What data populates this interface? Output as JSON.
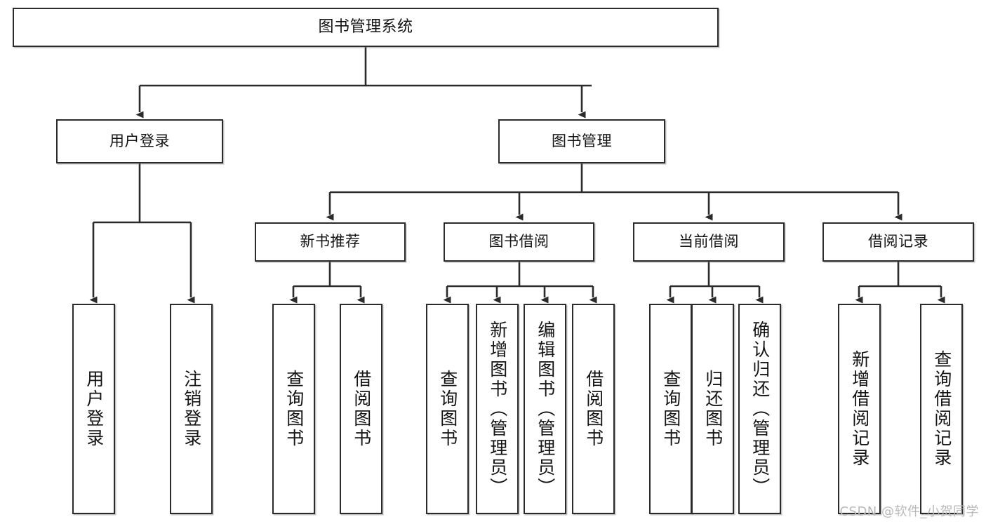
{
  "diagram": {
    "type": "tree-hierarchy",
    "title": "图书管理系统",
    "orientation": "top-down",
    "colors": {
      "stroke": "#2b2b2b",
      "fill": "#ffffff",
      "text": "#141414",
      "watermark": "#b9b9b9"
    },
    "nodes": {
      "root": {
        "label": "图书管理系统",
        "level": 1
      },
      "user_login": {
        "label": "用户登录",
        "level": 2
      },
      "book_manage": {
        "label": "图书管理",
        "level": 2
      },
      "new_book_rec": {
        "label": "新书推荐",
        "level": 3
      },
      "book_borrow": {
        "label": "图书借阅",
        "level": 3
      },
      "current_borrow": {
        "label": "当前借阅",
        "level": 3
      },
      "borrow_record": {
        "label": "借阅记录",
        "level": 3
      },
      "leaf_user_login": {
        "label": "用户登录",
        "level": 4
      },
      "leaf_logout": {
        "label": "注销登录",
        "level": 4
      },
      "leaf_query_book_1": {
        "label": "查询图书",
        "level": 4
      },
      "leaf_borrow_book_1": {
        "label": "借阅图书",
        "level": 4
      },
      "leaf_query_book_2": {
        "label": "查询图书",
        "level": 4
      },
      "leaf_add_book": {
        "label": "新增图书（管理员）",
        "level": 4
      },
      "leaf_edit_book": {
        "label": "编辑图书（管理员）",
        "level": 4
      },
      "leaf_borrow_book_2": {
        "label": "借阅图书",
        "level": 4
      },
      "leaf_query_book_3": {
        "label": "查询图书",
        "level": 4
      },
      "leaf_return_book": {
        "label": "归还图书",
        "level": 4
      },
      "leaf_confirm_return": {
        "label": "确认归还（管理员）",
        "level": 4
      },
      "leaf_add_record": {
        "label": "新增借阅记录",
        "level": 4
      },
      "leaf_query_record": {
        "label": "查询借阅记录",
        "level": 4
      }
    },
    "edges": [
      {
        "from": "root",
        "to": "user_login"
      },
      {
        "from": "root",
        "to": "book_manage"
      },
      {
        "from": "user_login",
        "to": "leaf_user_login"
      },
      {
        "from": "user_login",
        "to": "leaf_logout"
      },
      {
        "from": "book_manage",
        "to": "new_book_rec"
      },
      {
        "from": "book_manage",
        "to": "book_borrow"
      },
      {
        "from": "book_manage",
        "to": "current_borrow"
      },
      {
        "from": "book_manage",
        "to": "borrow_record"
      },
      {
        "from": "new_book_rec",
        "to": "leaf_query_book_1"
      },
      {
        "from": "new_book_rec",
        "to": "leaf_borrow_book_1"
      },
      {
        "from": "book_borrow",
        "to": "leaf_query_book_2"
      },
      {
        "from": "book_borrow",
        "to": "leaf_add_book"
      },
      {
        "from": "book_borrow",
        "to": "leaf_edit_book"
      },
      {
        "from": "book_borrow",
        "to": "leaf_borrow_book_2"
      },
      {
        "from": "current_borrow",
        "to": "leaf_query_book_3"
      },
      {
        "from": "current_borrow",
        "to": "leaf_return_book"
      },
      {
        "from": "current_borrow",
        "to": "leaf_confirm_return"
      },
      {
        "from": "borrow_record",
        "to": "leaf_add_record"
      },
      {
        "from": "borrow_record",
        "to": "leaf_query_record"
      }
    ]
  },
  "watermark": {
    "text": "CSDN @软件_小贺同学"
  }
}
